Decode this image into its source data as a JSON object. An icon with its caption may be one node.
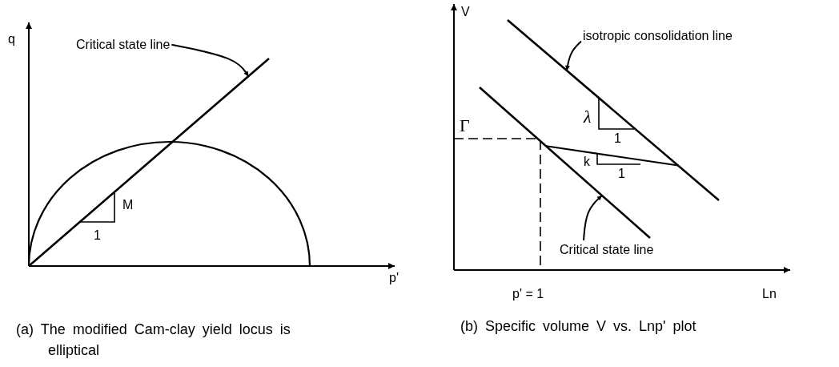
{
  "diagram": {
    "nodes": [
      {
        "text": [
          "Critical state line"
        ]
      },
      {
        "text": [],
        "shape": "line"
      },
      {
        "text": [
          "isotropic consolidation line"
        ]
      },
      {
        "text": [],
        "shape": "line"
      },
      {
        "text": [
          "Critical state line"
        ]
      },
      {
        "text": [],
        "shape": "line"
      }
    ],
    "edges": [
      {
        "from": 0,
        "to": 1,
        "arrow": "to"
      },
      {
        "from": 2,
        "to": 3,
        "arrow": "to"
      },
      {
        "from": 4,
        "to": 5,
        "arrow": "to"
      },
      {
        "from": 5,
        "to": 3,
        "arrow": "none"
      }
    ],
    "labels": [
      "q",
      "M",
      "1",
      "p'",
      "V",
      "Γ",
      "λ",
      "1",
      "k",
      "1",
      "p' = 1",
      "Ln",
      "(a) The modified Cam-clay yield locus is elliptical",
      "(b) Specific volume V vs. Lnp' plot"
    ]
  }
}
